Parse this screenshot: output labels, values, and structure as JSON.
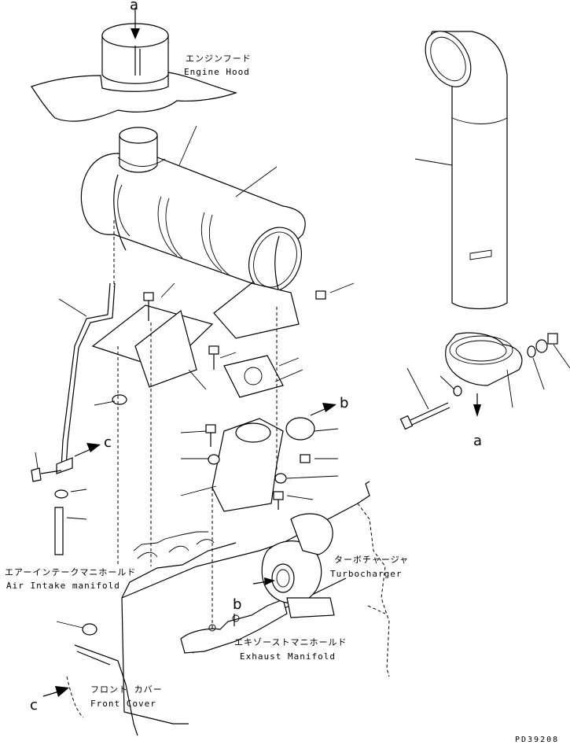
{
  "labels": {
    "engine_hood": {
      "jp": "エンジンフード",
      "en": "Engine Hood"
    },
    "air_intake": {
      "jp": "エアーインテークマニホールド",
      "en": "Air Intake manifold"
    },
    "turbocharger": {
      "jp": "ターボチャージャ",
      "en": "Turbocharger"
    },
    "exhaust_manifold": {
      "jp": "エキゾーストマニホールド",
      "en": "Exhaust Manifold"
    },
    "front_cover": {
      "jp": "フロント カバー",
      "en": "Front Cover"
    }
  },
  "refs": {
    "a": "a",
    "b": "b",
    "c": "c"
  },
  "drawing_code": "PD39208"
}
